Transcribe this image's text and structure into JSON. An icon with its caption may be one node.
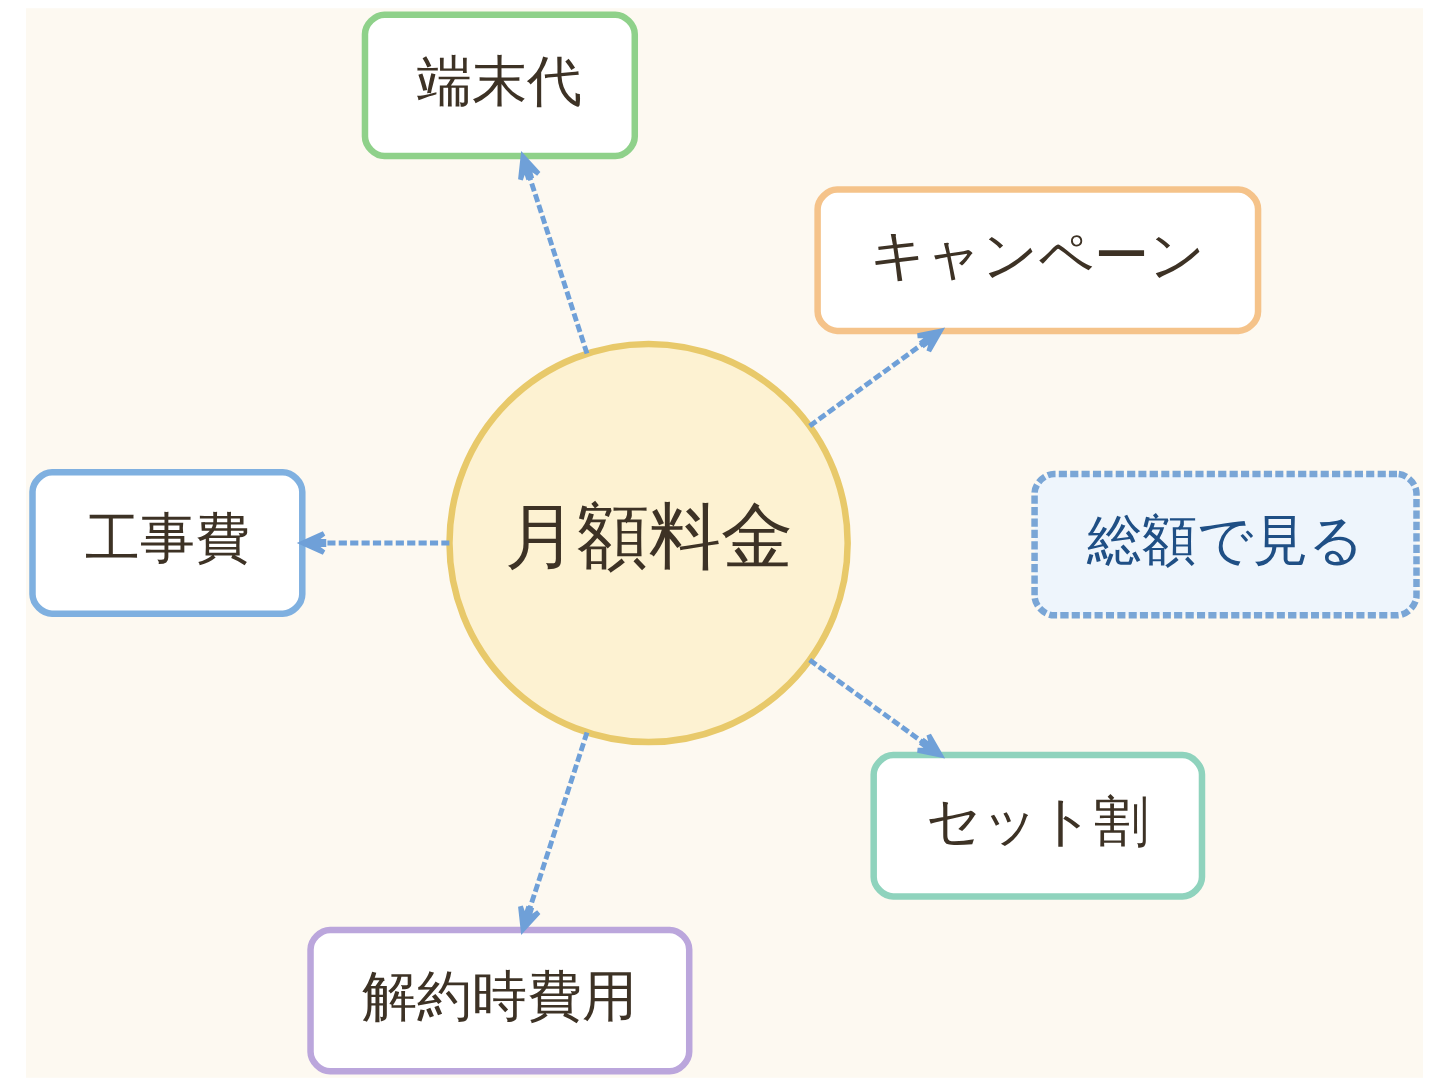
{
  "diagram": {
    "nodes": [
      {
        "text": [
          "端末代"
        ]
      },
      {
        "text": [
          "工事費"
        ]
      },
      {
        "text": [
          "キャンペーン"
        ]
      },
      {
        "text": [
          "月額料金"
        ]
      },
      {
        "text": [
          "解約時費用"
        ]
      },
      {
        "text": [
          "セット割"
        ]
      },
      {
        "text": [
          "総額で見る"
        ]
      }
    ],
    "edges": [
      {
        "from": 3,
        "to": 0,
        "arrow": "to",
        "style": "dashed"
      },
      {
        "from": 3,
        "to": 1,
        "arrow": "to",
        "style": "dashed"
      },
      {
        "from": 3,
        "to": 2,
        "arrow": "to",
        "style": "dashed"
      },
      {
        "from": 3,
        "to": 4,
        "arrow": "to",
        "style": "dashed"
      },
      {
        "from": 3,
        "to": 5,
        "arrow": "to",
        "style": "dashed"
      }
    ]
  }
}
